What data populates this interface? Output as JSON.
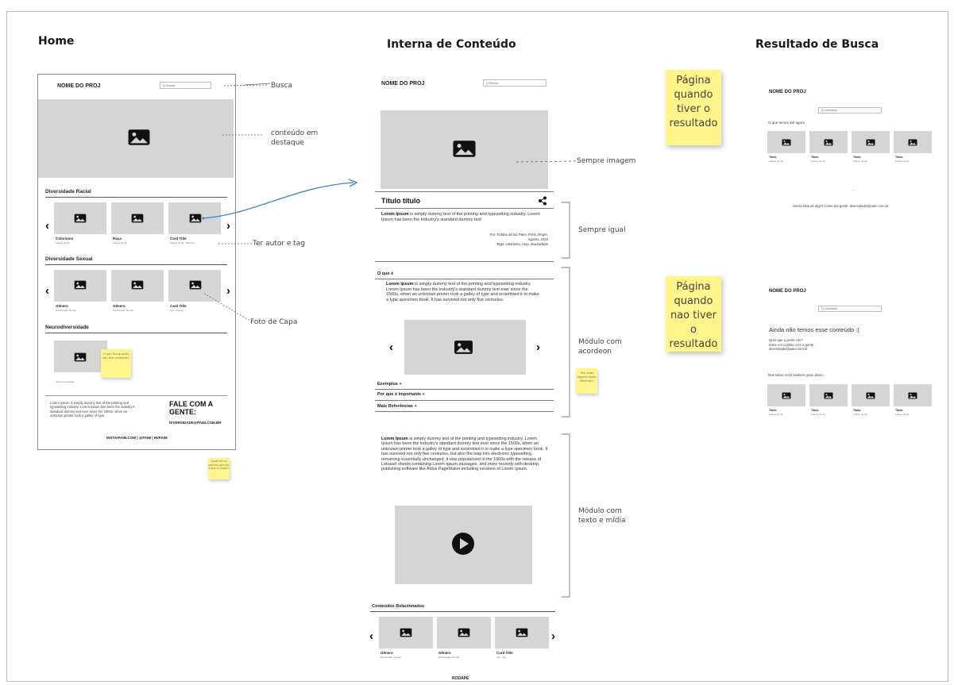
{
  "headings": {
    "home": "Home",
    "interna": "Interna de Conteúdo",
    "resultado": "Resultado de Busca"
  },
  "home": {
    "proj_name": "NOME DO PROJ",
    "search_text": "Q  Busca",
    "sections": [
      {
        "title": "Diversidade Racial",
        "cards": [
          {
            "title": "Colorismo",
            "sub": "Fulano de tal"
          },
          {
            "title": "Raça",
            "sub": "Fulano de tal"
          },
          {
            "title": "Card Title",
            "sub": "Fulano de tal · Racismo"
          }
        ]
      },
      {
        "title": "Diversidade Sexual",
        "cards": [
          {
            "title": "Gênero",
            "sub": "Diversidade Sexual"
          },
          {
            "title": "Gênero",
            "sub": "Diversidade Sexual"
          },
          {
            "title": "Card Title",
            "sub": "Tag · tag/tag"
          }
        ]
      },
      {
        "title": "Neurodiversidade",
        "cards": [
          {
            "title": "",
            "sub": "Neurodiversidade"
          }
        ]
      }
    ],
    "footer_text": "Lorem Ipsum is simply dummy text of the printing and typesetting industry. Lorem Ipsum has been the industry's standard dummy text ever since the 1500s, when an unknown printer took a galley of type.",
    "fale_title": "FALE COM A GENTE:",
    "fale_email": "DIVERSIDADE@PAIM.COM.BR",
    "social": "INSTA/PAIM.COM | @PAIM | IN/PAIM",
    "note_neuro": "O que fica quando não tem conteúdo?",
    "note_bottom": "Quais são os padrões que vão entrar no footer?"
  },
  "interna": {
    "proj_name": "NOME DO PROJ",
    "search_text": "Q  Busca",
    "title": "Título título",
    "lead_bold": "Lorem Ipsum",
    "lead_text": " is simply dummy text of the printing and typesetting industry. Lorem Ipsum has been the industry's standard dummy text",
    "meta": [
      "Por: Fulano de tal, Paim, Porto Alegre.",
      "Agosto, 2023",
      "Tags: colorismo, raça, diversidade"
    ],
    "accordion_title": "O que é",
    "accordion_bold": "Lorem Ipsum",
    "accordion_text": " is simply dummy text of the printing and typesetting industry. Lorem Ipsum has been the industry's standard dummy text ever since the 1500s, when an unknown printer took a galley of type and scrambled it to make a type specimen book. It has survived not only five centuries.",
    "accordion_items": [
      "Exemplos +",
      "Por que é importante +",
      "Mais Referências +"
    ],
    "note_accordion": "Tem mais alguma mídia diferente?",
    "media_bold": "Lorem Ipsum",
    "media_text": " is simply dummy text of the printing and typesetting industry. Lorem Ipsum has been the industry's standard dummy text ever since the 1500s, when an unknown printer took a galley of type and scrambled it to make a type specimen book. It has survived not only five centuries, but also the leap into electronic typesetting, remaining essentially unchanged. It was popularised in the 1960s with the release of Letraset sheets containing Lorem Ipsum passages, and more recently with desktop publishing software like Aldus PageMaker including versions of Lorem Ipsum.",
    "related_title": "Conteúdos Relacionados",
    "related_cards": [
      {
        "title": "Gênero",
        "sub": "Diversidade Sexual"
      },
      {
        "title": "Gênero",
        "sub": "Diversidade Sexual"
      },
      {
        "title": "Card Title",
        "sub": "Tag · tag"
      }
    ],
    "footer": "RODAPÉ"
  },
  "annotations": {
    "busca": "Busca",
    "destaque": "conteúdo em destaque",
    "autor": "Ter autor e tag",
    "capa": "Foto de Capa",
    "imagem": "Sempre imagem",
    "igual": "Sempre igual",
    "acordeon": "Módulo com acordeon",
    "texto_midia": "Módulo com texto e mídia"
  },
  "resultado": {
    "with": {
      "note": "Página quando tiver o resultado",
      "proj_name": "NOME DO PROJ",
      "search_text": "Q  colorismo",
      "label": "O que temos até agora",
      "cards": [
        {
          "title": "Título",
          "sub": "Fulano de tal"
        },
        {
          "title": "Título",
          "sub": "Fulano de tal"
        },
        {
          "title": "Título",
          "sub": "Fulano de tal"
        },
        {
          "title": "Título",
          "sub": "Fulano de tal"
        }
      ],
      "pager": "...",
      "contact": "Sentiu falta de algo? Conte pra gente: diversidade@paim.com.br"
    },
    "without": {
      "note": "Página quando nao tiver o resultado",
      "proj_name": "NOME DO PROJ",
      "search_text": "Q  colorismo",
      "empty_title": "Ainda não temos esse conteúdo :(",
      "empty_lines": [
        "Quer que a gente crie?",
        "Entre em contato com a gente:",
        "diversidade@paim.com.br"
      ],
      "suggest": "Mas talvez você também goste disso...",
      "cards": [
        {
          "title": "Título",
          "sub": "Fulano de tal"
        },
        {
          "title": "Título",
          "sub": "Fulano de tal"
        },
        {
          "title": "Título",
          "sub": "Fulano de tal"
        },
        {
          "title": "Título",
          "sub": "Fulano de tal"
        }
      ]
    }
  },
  "colors": {
    "sticky": "#fff58a",
    "placeholder": "#d5d5d5",
    "connector": "#3a86c8"
  }
}
